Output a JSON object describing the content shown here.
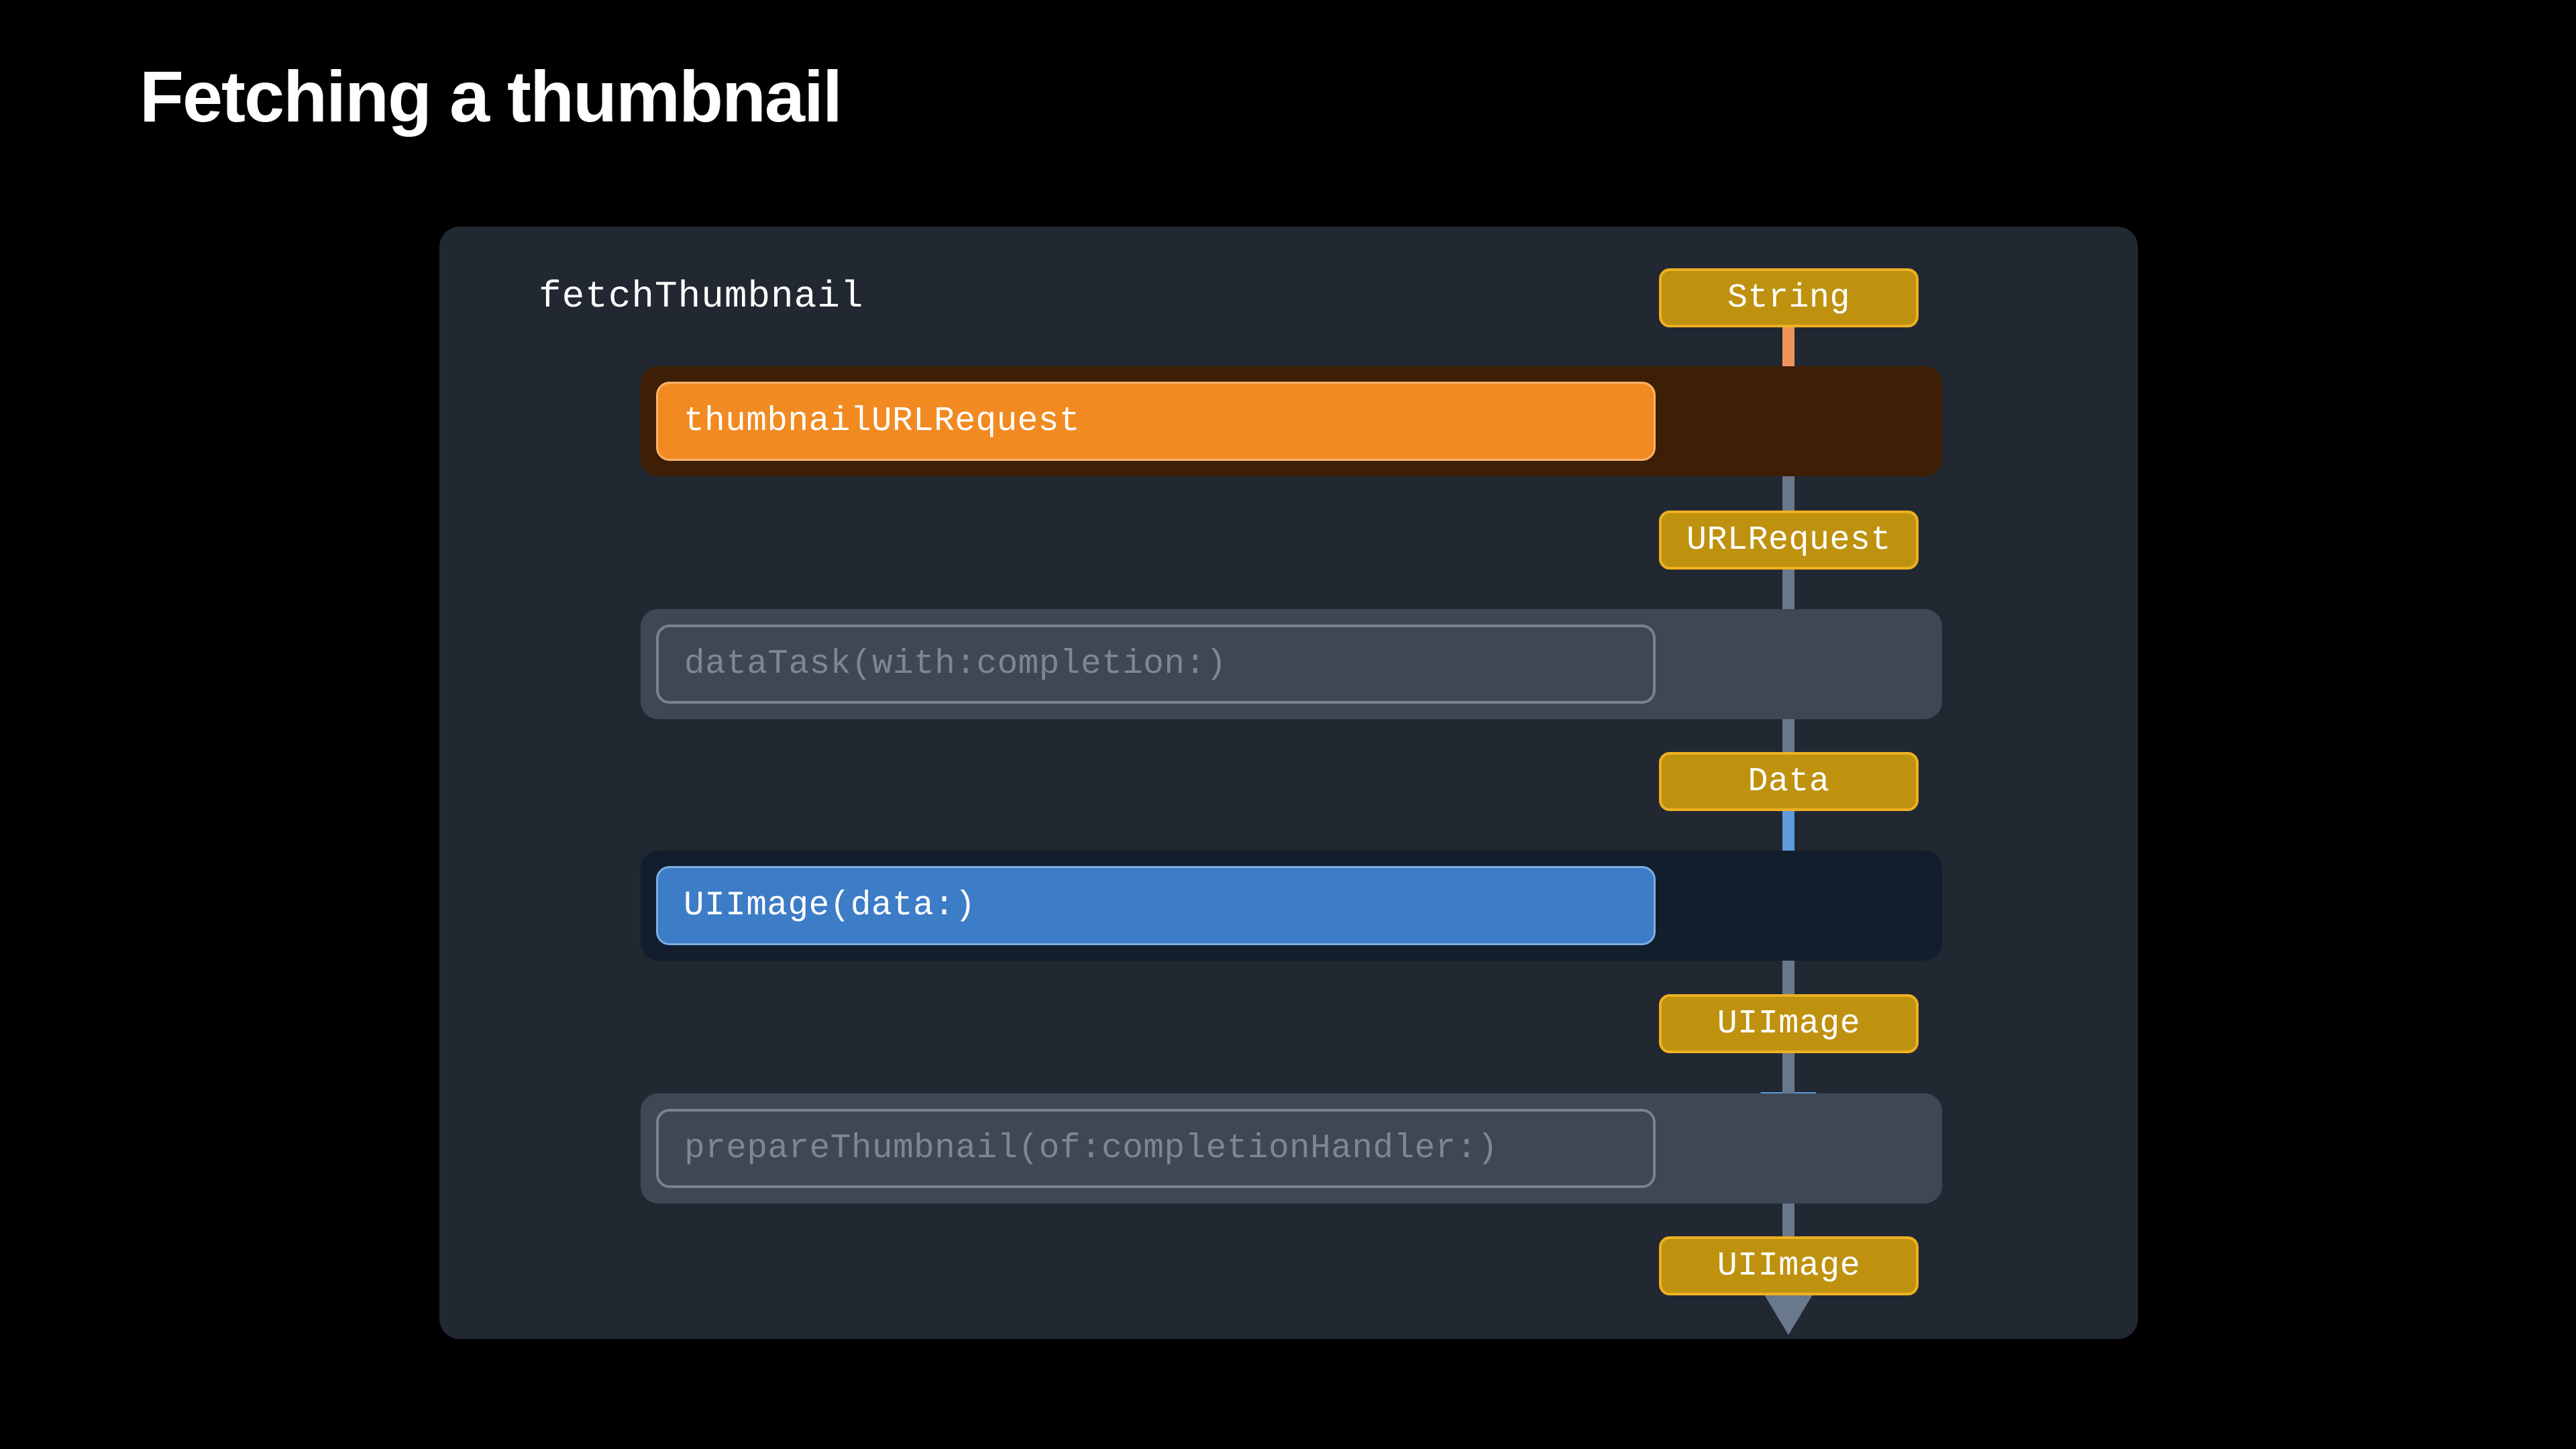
{
  "slide": {
    "title": "Fetching a thumbnail",
    "background_color": "#000000",
    "card_background_color": "#222831"
  },
  "diagram": {
    "function_label": "fetchThumbnail",
    "operations": [
      {
        "label": "thumbnailURLRequest",
        "state": "active",
        "accent": "orange",
        "container_color": "#3E1E05",
        "pill_color": "#F28A22"
      },
      {
        "label": "dataTask(with:completion:)",
        "state": "inactive",
        "accent": "grey",
        "container_color": "#3E4854",
        "pill_color": "transparent"
      },
      {
        "label": "UIImage(data:)",
        "state": "active",
        "accent": "blue",
        "container_color": "#121E2E",
        "pill_color": "#3D7CC7"
      },
      {
        "label": "prepareThumbnail(of:completionHandler:)",
        "state": "inactive",
        "accent": "grey",
        "container_color": "#3E4854",
        "pill_color": "transparent"
      }
    ],
    "type_badges": [
      {
        "label": "String",
        "fill": "#BE920F",
        "border": "#EFB021"
      },
      {
        "label": "URLRequest",
        "fill": "#BE920F",
        "border": "#EFB021"
      },
      {
        "label": "Data",
        "fill": "#BE920F",
        "border": "#EFB021"
      },
      {
        "label": "UIImage",
        "fill": "#BE920F",
        "border": "#EFB021"
      },
      {
        "label": "UIImage",
        "fill": "#BE920F",
        "border": "#EFB021"
      }
    ],
    "arrows": [
      {
        "from": "String",
        "to": "URLRequest",
        "color": "#F0955A"
      },
      {
        "from": "URLRequest",
        "to": "Data",
        "color": "#69788A"
      },
      {
        "from": "Data",
        "to": "UIImage",
        "color": "#5D9BDC"
      },
      {
        "from": "UIImage",
        "to": "UIImage",
        "color": "#69788A"
      }
    ]
  }
}
